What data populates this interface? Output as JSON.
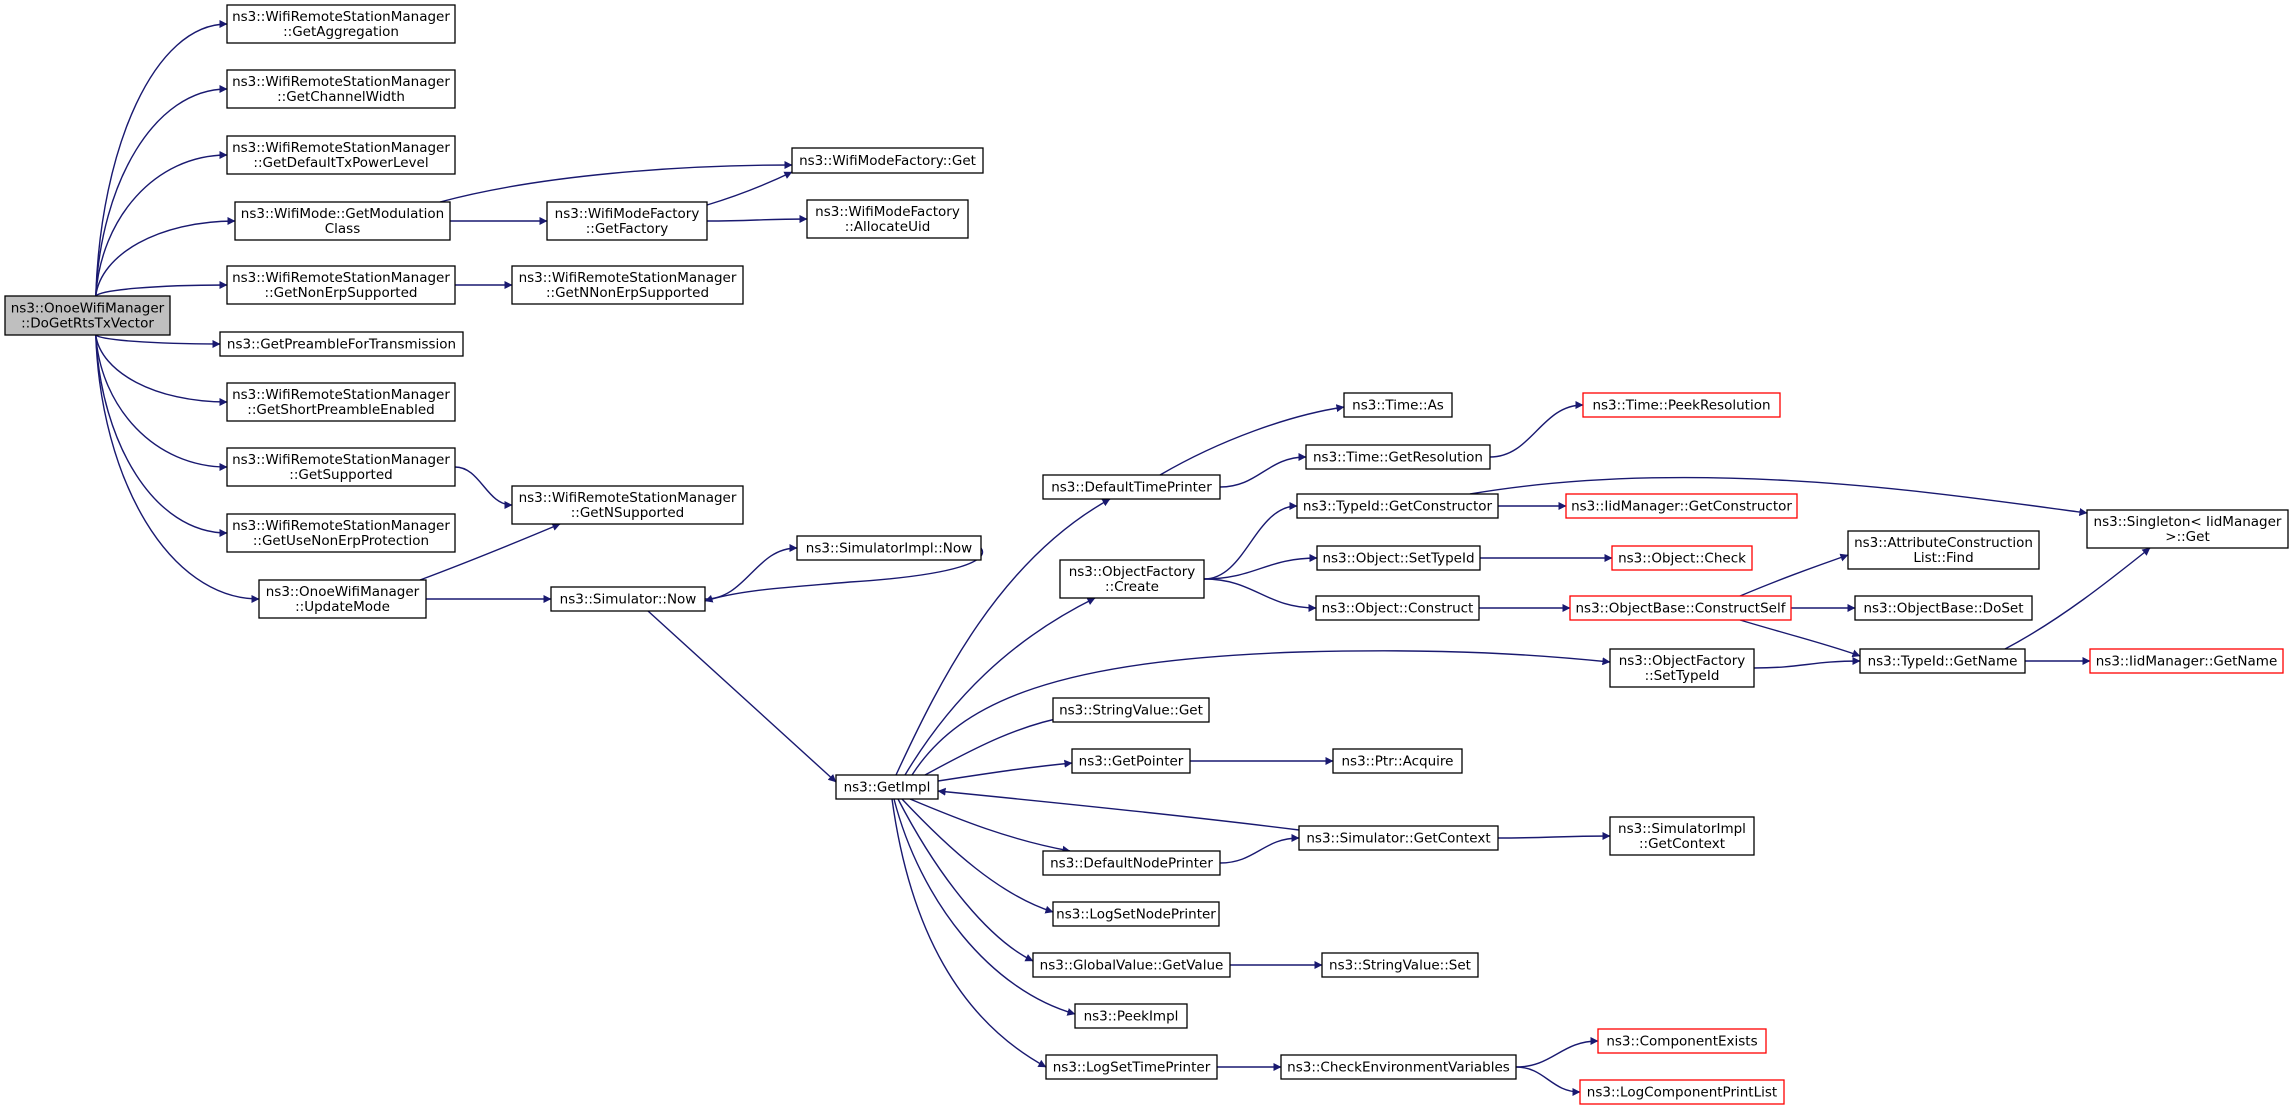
{
  "colors": {
    "edge": "#191970",
    "node_border": "#000000",
    "truncated_border": "#ff0000",
    "root_fill": "#bfbfbf",
    "node_fill": "#ffffff",
    "text": "#000000"
  },
  "nodes": [
    {
      "id": "root",
      "lines": [
        "ns3::OnoeWifiManager",
        "::DoGetRtsTxVector"
      ],
      "kind": "root"
    },
    {
      "id": "getAggregation",
      "lines": [
        "ns3::WifiRemoteStationManager",
        "::GetAggregation"
      ],
      "kind": "normal"
    },
    {
      "id": "getChannelWidth",
      "lines": [
        "ns3::WifiRemoteStationManager",
        "::GetChannelWidth"
      ],
      "kind": "normal"
    },
    {
      "id": "getDefaultTxPowerLevel",
      "lines": [
        "ns3::WifiRemoteStationManager",
        "::GetDefaultTxPowerLevel"
      ],
      "kind": "normal"
    },
    {
      "id": "getModulationClass",
      "lines": [
        "ns3::WifiMode::GetModulation",
        "Class"
      ],
      "kind": "normal"
    },
    {
      "id": "getNonErpSupported",
      "lines": [
        "ns3::WifiRemoteStationManager",
        "::GetNonErpSupported"
      ],
      "kind": "normal"
    },
    {
      "id": "getPreambleForTransmission",
      "lines": [
        "ns3::GetPreambleForTransmission"
      ],
      "kind": "normal"
    },
    {
      "id": "getShortPreambleEnabled",
      "lines": [
        "ns3::WifiRemoteStationManager",
        "::GetShortPreambleEnabled"
      ],
      "kind": "normal"
    },
    {
      "id": "getSupported",
      "lines": [
        "ns3::WifiRemoteStationManager",
        "::GetSupported"
      ],
      "kind": "normal"
    },
    {
      "id": "getUseNonErpProtection",
      "lines": [
        "ns3::WifiRemoteStationManager",
        "::GetUseNonErpProtection"
      ],
      "kind": "normal"
    },
    {
      "id": "updateMode",
      "lines": [
        "ns3::OnoeWifiManager",
        "::UpdateMode"
      ],
      "kind": "normal"
    },
    {
      "id": "wifiModeFactoryGet",
      "lines": [
        "ns3::WifiModeFactory::Get"
      ],
      "kind": "normal"
    },
    {
      "id": "getFactory",
      "lines": [
        "ns3::WifiModeFactory",
        "::GetFactory"
      ],
      "kind": "normal"
    },
    {
      "id": "allocateUid",
      "lines": [
        "ns3::WifiModeFactory",
        "::AllocateUid"
      ],
      "kind": "normal"
    },
    {
      "id": "getNNonErpSupported",
      "lines": [
        "ns3::WifiRemoteStationManager",
        "::GetNNonErpSupported"
      ],
      "kind": "normal"
    },
    {
      "id": "getNSupported",
      "lines": [
        "ns3::WifiRemoteStationManager",
        "::GetNSupported"
      ],
      "kind": "normal"
    },
    {
      "id": "simulatorNow",
      "lines": [
        "ns3::Simulator::Now"
      ],
      "kind": "normal"
    },
    {
      "id": "simulatorImplNow",
      "lines": [
        "ns3::SimulatorImpl::Now"
      ],
      "kind": "normal"
    },
    {
      "id": "getImpl",
      "lines": [
        "ns3::GetImpl"
      ],
      "kind": "normal"
    },
    {
      "id": "defaultTimePrinter",
      "lines": [
        "ns3::DefaultTimePrinter"
      ],
      "kind": "normal"
    },
    {
      "id": "timeAs",
      "lines": [
        "ns3::Time::As"
      ],
      "kind": "normal"
    },
    {
      "id": "timeGetResolution",
      "lines": [
        "ns3::Time::GetResolution"
      ],
      "kind": "normal"
    },
    {
      "id": "timePeekResolution",
      "lines": [
        "ns3::Time::PeekResolution"
      ],
      "kind": "truncated"
    },
    {
      "id": "objectFactoryCreate",
      "lines": [
        "ns3::ObjectFactory",
        "::Create"
      ],
      "kind": "normal"
    },
    {
      "id": "typeIdGetConstructor",
      "lines": [
        "ns3::TypeId::GetConstructor"
      ],
      "kind": "normal"
    },
    {
      "id": "iidGetConstructor",
      "lines": [
        "ns3::IidManager::GetConstructor"
      ],
      "kind": "truncated"
    },
    {
      "id": "objectSetTypeId",
      "lines": [
        "ns3::Object::SetTypeId"
      ],
      "kind": "normal"
    },
    {
      "id": "objectCheck",
      "lines": [
        "ns3::Object::Check"
      ],
      "kind": "truncated"
    },
    {
      "id": "objectConstruct",
      "lines": [
        "ns3::Object::Construct"
      ],
      "kind": "normal"
    },
    {
      "id": "constructSelf",
      "lines": [
        "ns3::ObjectBase::ConstructSelf"
      ],
      "kind": "truncated"
    },
    {
      "id": "attrConstructionFind",
      "lines": [
        "ns3::AttributeConstruction",
        "List::Find"
      ],
      "kind": "normal"
    },
    {
      "id": "objectBaseDoSet",
      "lines": [
        "ns3::ObjectBase::DoSet"
      ],
      "kind": "normal"
    },
    {
      "id": "singletonGet",
      "lines": [
        "ns3::Singleton< IidManager",
        " >::Get"
      ],
      "kind": "normal"
    },
    {
      "id": "objectFactorySetTypeId",
      "lines": [
        "ns3::ObjectFactory",
        "::SetTypeId"
      ],
      "kind": "normal"
    },
    {
      "id": "typeIdGetName",
      "lines": [
        "ns3::TypeId::GetName"
      ],
      "kind": "normal"
    },
    {
      "id": "iidGetName",
      "lines": [
        "ns3::IidManager::GetName"
      ],
      "kind": "truncated"
    },
    {
      "id": "stringValueGet",
      "lines": [
        "ns3::StringValue::Get"
      ],
      "kind": "normal"
    },
    {
      "id": "getPointer",
      "lines": [
        "ns3::GetPointer"
      ],
      "kind": "normal"
    },
    {
      "id": "ptrAcquire",
      "lines": [
        "ns3::Ptr::Acquire"
      ],
      "kind": "normal"
    },
    {
      "id": "simulatorGetContext",
      "lines": [
        "ns3::Simulator::GetContext"
      ],
      "kind": "normal"
    },
    {
      "id": "simulatorImplGetContext",
      "lines": [
        "ns3::SimulatorImpl",
        "::GetContext"
      ],
      "kind": "normal"
    },
    {
      "id": "defaultNodePrinter",
      "lines": [
        "ns3::DefaultNodePrinter"
      ],
      "kind": "normal"
    },
    {
      "id": "logSetNodePrinter",
      "lines": [
        "ns3::LogSetNodePrinter"
      ],
      "kind": "normal"
    },
    {
      "id": "globalValueGetValue",
      "lines": [
        "ns3::GlobalValue::GetValue"
      ],
      "kind": "normal"
    },
    {
      "id": "stringValueSet",
      "lines": [
        "ns3::StringValue::Set"
      ],
      "kind": "normal"
    },
    {
      "id": "peekImpl",
      "lines": [
        "ns3::PeekImpl"
      ],
      "kind": "normal"
    },
    {
      "id": "logSetTimePrinter",
      "lines": [
        "ns3::LogSetTimePrinter"
      ],
      "kind": "normal"
    },
    {
      "id": "checkEnvVars",
      "lines": [
        "ns3::CheckEnvironmentVariables"
      ],
      "kind": "normal"
    },
    {
      "id": "componentExists",
      "lines": [
        "ns3::ComponentExists"
      ],
      "kind": "truncated"
    },
    {
      "id": "logComponentPrintList",
      "lines": [
        "ns3::LogComponentPrintList"
      ],
      "kind": "truncated"
    }
  ],
  "edges": [
    {
      "from": "root",
      "to": "getAggregation"
    },
    {
      "from": "root",
      "to": "getChannelWidth"
    },
    {
      "from": "root",
      "to": "getDefaultTxPowerLevel"
    },
    {
      "from": "root",
      "to": "getModulationClass"
    },
    {
      "from": "root",
      "to": "getNonErpSupported"
    },
    {
      "from": "root",
      "to": "getPreambleForTransmission"
    },
    {
      "from": "root",
      "to": "getShortPreambleEnabled"
    },
    {
      "from": "root",
      "to": "getSupported"
    },
    {
      "from": "root",
      "to": "getUseNonErpProtection"
    },
    {
      "from": "root",
      "to": "updateMode"
    },
    {
      "from": "getModulationClass",
      "to": "wifiModeFactoryGet"
    },
    {
      "from": "getModulationClass",
      "to": "getFactory"
    },
    {
      "from": "getFactory",
      "to": "wifiModeFactoryGet"
    },
    {
      "from": "getFactory",
      "to": "allocateUid"
    },
    {
      "from": "getNonErpSupported",
      "to": "getNNonErpSupported"
    },
    {
      "from": "getSupported",
      "to": "getNSupported"
    },
    {
      "from": "updateMode",
      "to": "getNSupported"
    },
    {
      "from": "updateMode",
      "to": "simulatorNow"
    },
    {
      "from": "simulatorNow",
      "to": "simulatorImplNow"
    },
    {
      "from": "simulatorNow",
      "to": "getImpl"
    },
    {
      "from": "simulatorImplNow",
      "to": "simulatorNow"
    },
    {
      "from": "getImpl",
      "to": "defaultTimePrinter"
    },
    {
      "from": "getImpl",
      "to": "objectFactoryCreate"
    },
    {
      "from": "getImpl",
      "to": "objectFactorySetTypeId"
    },
    {
      "from": "getImpl",
      "to": "stringValueGet"
    },
    {
      "from": "getImpl",
      "to": "getPointer"
    },
    {
      "from": "getImpl",
      "to": "defaultNodePrinter"
    },
    {
      "from": "getImpl",
      "to": "logSetNodePrinter"
    },
    {
      "from": "getImpl",
      "to": "globalValueGetValue"
    },
    {
      "from": "getImpl",
      "to": "peekImpl"
    },
    {
      "from": "getImpl",
      "to": "logSetTimePrinter"
    },
    {
      "from": "defaultTimePrinter",
      "to": "timeAs"
    },
    {
      "from": "defaultTimePrinter",
      "to": "timeGetResolution"
    },
    {
      "from": "timeGetResolution",
      "to": "timePeekResolution"
    },
    {
      "from": "objectFactoryCreate",
      "to": "typeIdGetConstructor"
    },
    {
      "from": "objectFactoryCreate",
      "to": "objectSetTypeId"
    },
    {
      "from": "objectFactoryCreate",
      "to": "objectConstruct"
    },
    {
      "from": "typeIdGetConstructor",
      "to": "iidGetConstructor"
    },
    {
      "from": "typeIdGetConstructor",
      "to": "singletonGet"
    },
    {
      "from": "objectSetTypeId",
      "to": "objectCheck"
    },
    {
      "from": "objectConstruct",
      "to": "constructSelf"
    },
    {
      "from": "constructSelf",
      "to": "attrConstructionFind"
    },
    {
      "from": "constructSelf",
      "to": "objectBaseDoSet"
    },
    {
      "from": "constructSelf",
      "to": "typeIdGetName"
    },
    {
      "from": "objectFactorySetTypeId",
      "to": "typeIdGetName"
    },
    {
      "from": "typeIdGetName",
      "to": "singletonGet"
    },
    {
      "from": "typeIdGetName",
      "to": "iidGetName"
    },
    {
      "from": "getPointer",
      "to": "ptrAcquire"
    },
    {
      "from": "defaultNodePrinter",
      "to": "simulatorGetContext"
    },
    {
      "from": "simulatorGetContext",
      "to": "getImpl"
    },
    {
      "from": "simulatorGetContext",
      "to": "simulatorImplGetContext"
    },
    {
      "from": "globalValueGetValue",
      "to": "stringValueSet"
    },
    {
      "from": "logSetTimePrinter",
      "to": "checkEnvVars"
    },
    {
      "from": "checkEnvVars",
      "to": "componentExists"
    },
    {
      "from": "checkEnvVars",
      "to": "logComponentPrintList"
    }
  ]
}
